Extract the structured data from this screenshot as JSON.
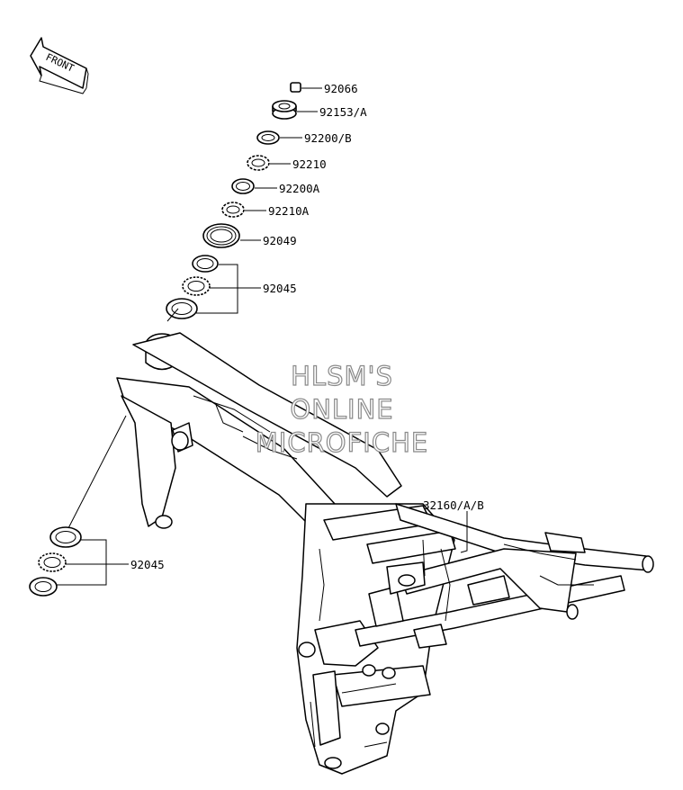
{
  "direction_label": "FRONT",
  "watermark": [
    "HLSM'S",
    "ONLINE",
    "MICROFICHE"
  ],
  "parts": {
    "p92066": "92066",
    "p92153": "92153/A",
    "p92200b": "92200/B",
    "p92210": "92210",
    "p92200a": "92200A",
    "p92210a": "92210A",
    "p92049": "92049",
    "p92045_upper": "92045",
    "p92045_lower": "92045",
    "p32160": "32160/A/B"
  }
}
